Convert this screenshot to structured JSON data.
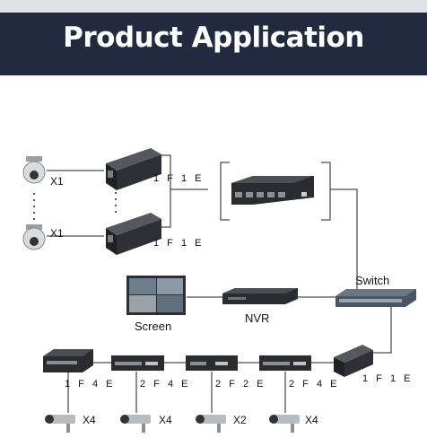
{
  "banner": {
    "title": "Product Application"
  },
  "cameras": [
    {
      "id": "cam-top",
      "label": "X1"
    },
    {
      "id": "cam-bottom",
      "label": "X1"
    }
  ],
  "converters_top": [
    {
      "label": "1 F 1 E"
    },
    {
      "label": "1 F 1 E"
    }
  ],
  "switch": {
    "label": "Switch"
  },
  "nvr": {
    "label": "NVR"
  },
  "screen": {
    "label": "Screen"
  },
  "converter_right": {
    "label": "1 F 1 E"
  },
  "bottom_units": [
    {
      "label": "1 F 4 E",
      "camera_count": "X4"
    },
    {
      "label": "2 F 4 E",
      "camera_count": "X4"
    },
    {
      "label": "2 F 2 E",
      "camera_count": "X2"
    },
    {
      "label": "2 F 4 E",
      "camera_count": "X4"
    }
  ],
  "colors": {
    "banner": "#222a40",
    "device": "#2a2c30",
    "switch": "#4a5563",
    "line": "#222222"
  }
}
